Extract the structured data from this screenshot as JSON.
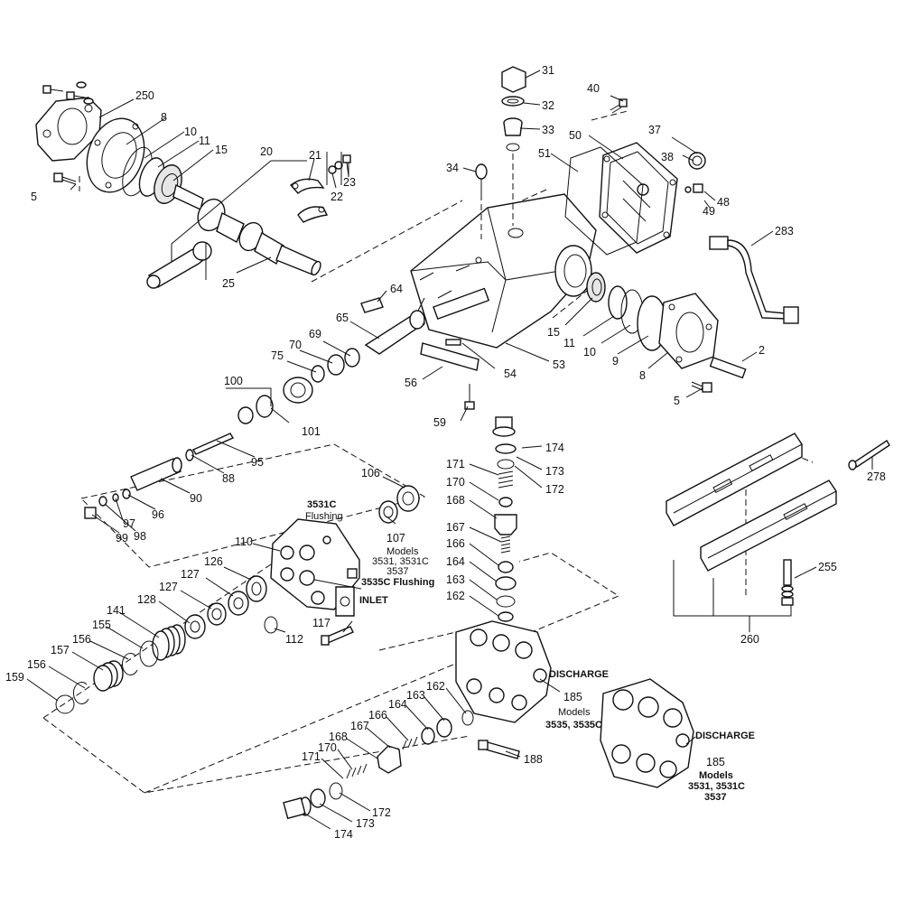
{
  "callouts": {
    "c31": "31",
    "c32": "32",
    "c33": "33",
    "c34": "34",
    "c40": "40",
    "c50": "50",
    "c51": "51",
    "c37": "37",
    "c38": "38",
    "c48": "48",
    "c49": "49",
    "c283": "283",
    "c250": "250",
    "c8a": "8",
    "c10a": "10",
    "c11a": "11",
    "c15a": "15",
    "c5a": "5",
    "c20": "20",
    "c21": "21",
    "c22": "22",
    "c23": "23",
    "c25": "25",
    "c64": "64",
    "c65": "65",
    "c69": "69",
    "c70": "70",
    "c75": "75",
    "c100": "100",
    "c101": "101",
    "c56": "56",
    "c54": "54",
    "c53": "53",
    "c59": "59",
    "c15b": "15",
    "c11b": "11",
    "c10b": "10",
    "c9": "9",
    "c8b": "8",
    "c5b": "5",
    "c2": "2",
    "c95": "95",
    "c88": "88",
    "c90": "90",
    "c96": "96",
    "c97": "97",
    "c98": "98",
    "c99": "99",
    "c106": "106",
    "c107": "107",
    "c110": "110",
    "c126": "126",
    "c127a": "127",
    "c127b": "127",
    "c128": "128",
    "c141": "141",
    "c155": "155",
    "c156a": "156",
    "c157": "157",
    "c156b": "156",
    "c159": "159",
    "c117": "117",
    "c112": "112",
    "c174a": "174",
    "c173a": "173",
    "c172a": "172",
    "c171a": "171",
    "c170a": "170",
    "c168a": "168",
    "c167a": "167",
    "c166a": "166",
    "c164a": "164",
    "c163a": "163",
    "c162a": "162",
    "c185a": "185",
    "c188": "188",
    "c162b": "162",
    "c163b": "163",
    "c164b": "164",
    "c166b": "166",
    "c167b": "167",
    "c168b": "168",
    "c170b": "170",
    "c171b": "171",
    "c172b": "172",
    "c173b": "173",
    "c174b": "174",
    "c185b": "185",
    "c278": "278",
    "c255": "255",
    "c260": "260"
  },
  "notes": {
    "flushing_model": "3531C",
    "flushing_word": "Flushing",
    "seals_models_word": "Models",
    "seals_models_line1": "3531, 3531C",
    "seals_models_line2": "3537",
    "flushing2": "3535C Flushing",
    "inlet": "INLET",
    "discharge_a": "DISCHARGE",
    "manifold_a_models_word": "Models",
    "manifold_a_models": "3535, 3535C",
    "discharge_b": "DISCHARGE",
    "manifold_b_models_word": "Models",
    "manifold_b_models_line1": "3531, 3531C",
    "manifold_b_models_line2": "3537"
  }
}
